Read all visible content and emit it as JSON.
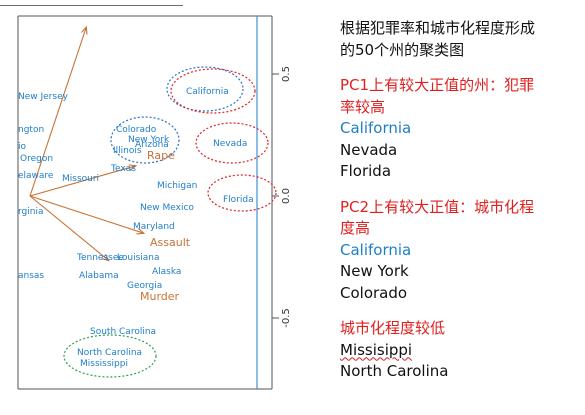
{
  "plot": {
    "right_axis_ticks": [
      "0.5",
      "0.0",
      "-0.5"
    ],
    "variables": [
      "Rape",
      "Assault",
      "Murder"
    ],
    "states": [
      "New Jersey",
      "California",
      "ngton",
      "Colorado",
      "New York",
      "Arizona",
      "Illinois",
      "Nevada",
      "io",
      "Oregon",
      "Texas",
      "elaware",
      "Missouri",
      "Michigan",
      "Florida",
      "rginia",
      "New Mexico",
      "Maryland",
      "Tennessee",
      "Louisiana",
      "Alaska",
      "ansas",
      "Alabama",
      "Georgia",
      "South Carolina",
      "North Carolina",
      "Mississippi"
    ],
    "colors": {
      "state_label": "#1f7ecb",
      "loading_arrow": "#c87234",
      "cluster_red": "#e02020",
      "cluster_blue": "#2b6fc4",
      "cluster_green": "#2e9e4e",
      "zero_line": "#3d8fd6"
    }
  },
  "notes": {
    "title_line1": "根据犯罪率和城市化程度形成",
    "title_line2": "的50个州的聚类图",
    "pc1_heading_line1": "PC1上有较大正值的州：犯罪",
    "pc1_heading_line2": "率较高",
    "pc1_states": [
      "California",
      "Nevada",
      "Florida"
    ],
    "pc2_heading_line1": "PC2上有较大正值：城市化程",
    "pc2_heading_line2": "度高",
    "pc2_states": [
      "California",
      "New York",
      "Colorado"
    ],
    "low_heading": "城市化程度较低",
    "low_states": [
      "Missisippi",
      "North Carolina"
    ]
  }
}
